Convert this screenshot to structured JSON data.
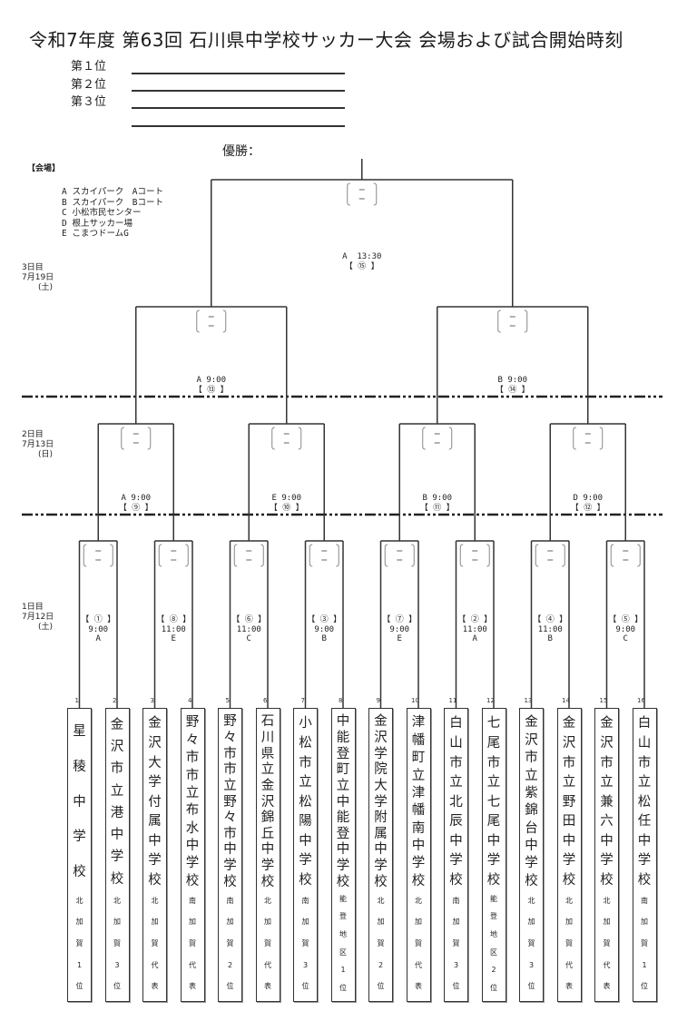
{
  "title": "令和7年度 第63回 石川県中学校サッカー大会 会場および試合開始時刻",
  "ranks": [
    {
      "label": "第１位",
      "value": ""
    },
    {
      "label": "第２位",
      "value": ""
    },
    {
      "label": "第３位",
      "value": ""
    },
    {
      "label": "",
      "value": ""
    }
  ],
  "champion_label": "優勝：",
  "venues": {
    "title": "【会場】",
    "items": [
      "A スカイパーク　Aコート",
      "B スカイパーク　Bコート",
      "C 小松市民センター",
      "D 根上サッカー場",
      "E こまつドームG"
    ]
  },
  "days": [
    {
      "label": "3日目\n7月19日\n　　(土)"
    },
    {
      "label": "2日目\n7月13日\n　　(日)"
    },
    {
      "label": "1日目\n7月12日\n　　(土)"
    }
  ],
  "score_placeholder": "－\n－",
  "rounds": {
    "round1": [
      {
        "match": "【 ① 】",
        "time": "9:00",
        "venue": "A"
      },
      {
        "match": "【 ⑧ 】",
        "time": "11:00",
        "venue": "E"
      },
      {
        "match": "【 ⑥ 】",
        "time": "11:00",
        "venue": "C"
      },
      {
        "match": "【 ③ 】",
        "time": "9:00",
        "venue": "B"
      },
      {
        "match": "【 ⑦ 】",
        "time": "9:00",
        "venue": "E"
      },
      {
        "match": "【 ② 】",
        "time": "11:00",
        "venue": "A"
      },
      {
        "match": "【 ④ 】",
        "time": "11:00",
        "venue": "B"
      },
      {
        "match": "【 ⑤ 】",
        "time": "9:00",
        "venue": "C"
      }
    ],
    "round2": [
      {
        "venue_time": "A 9:00",
        "match": "【 ⑨ 】"
      },
      {
        "venue_time": "E 9:00",
        "match": "【 ⑩ 】"
      },
      {
        "venue_time": "B 9:00",
        "match": "【 ⑪ 】"
      },
      {
        "venue_time": "D 9:00",
        "match": "【 ⑫ 】"
      }
    ],
    "semifinal": [
      {
        "venue_time": "A 9:00",
        "match": "【 ⑬ 】"
      },
      {
        "venue_time": "B 9:00",
        "match": "【 ⑭ 】"
      }
    ],
    "final": {
      "venue_time": "A  13:30",
      "match": "【 ⑮ 】"
    }
  },
  "teams": [
    {
      "seed": "1",
      "name": "星稜中学校",
      "region": "北加賀1位"
    },
    {
      "seed": "2",
      "name": "金沢市立港中学校",
      "region": "北加賀3位"
    },
    {
      "seed": "3",
      "name": "金沢大学付属中学校",
      "region": "北加賀代表"
    },
    {
      "seed": "4",
      "name": "野々市市立布水中学校",
      "region": "南加賀代表"
    },
    {
      "seed": "5",
      "name": "野々市市立野々市中学校",
      "region": "南加賀2位"
    },
    {
      "seed": "6",
      "name": "石川県立金沢錦丘中学校",
      "region": "北加賀代表"
    },
    {
      "seed": "7",
      "name": "小松市立松陽中学校",
      "region": "南加賀3位"
    },
    {
      "seed": "8",
      "name": "中能登町立中能登中学校",
      "region": "能登地区1位"
    },
    {
      "seed": "9",
      "name": "金沢学院大学附属中学校",
      "region": "北加賀2位"
    },
    {
      "seed": "10",
      "name": "津幡町立津幡南中学校",
      "region": "北加賀代表"
    },
    {
      "seed": "11",
      "name": "白山市立北辰中学校",
      "region": "南加賀3位"
    },
    {
      "seed": "12",
      "name": "七尾市立七尾中学校",
      "region": "能登地区2位"
    },
    {
      "seed": "13",
      "name": "金沢市立紫錦台中学校",
      "region": "北加賀3位"
    },
    {
      "seed": "14",
      "name": "金沢市立野田中学校",
      "region": "北加賀代表"
    },
    {
      "seed": "15",
      "name": "金沢市立兼六中学校",
      "region": "北加賀代表"
    },
    {
      "seed": "16",
      "name": "白山市立松任中学校",
      "region": "南加賀1位"
    }
  ]
}
